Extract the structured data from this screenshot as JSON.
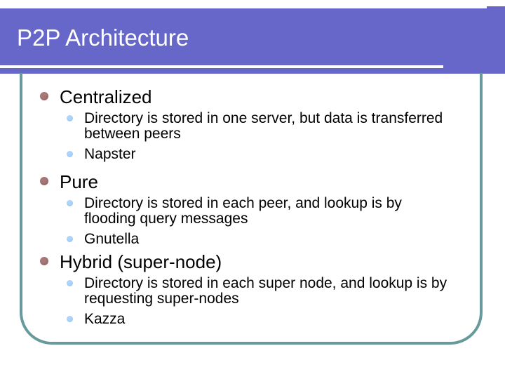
{
  "title": {
    "text": "P2P Architecture"
  },
  "content": {
    "sections": [
      {
        "heading": "Centralized",
        "items": [
          "Directory is stored in one server, but data is transferred between peers",
          "Napster"
        ]
      },
      {
        "heading": "Pure",
        "items": [
          "Directory is stored in each peer, and lookup is by flooding query messages",
          "Gnutella"
        ]
      },
      {
        "heading": "Hybrid (super-node)",
        "items": [
          "Directory is stored in each super node, and lookup is by requesting super-nodes",
          "Kazza"
        ]
      }
    ]
  },
  "colors": {
    "title_bar_purple": "#6667c8",
    "title_text": "#ffffff",
    "content_border_teal": "#679b9b",
    "main_bullet": "#996666",
    "sub_bullet": "#99ccff",
    "body_text": "#000000",
    "background": "#ffffff"
  }
}
